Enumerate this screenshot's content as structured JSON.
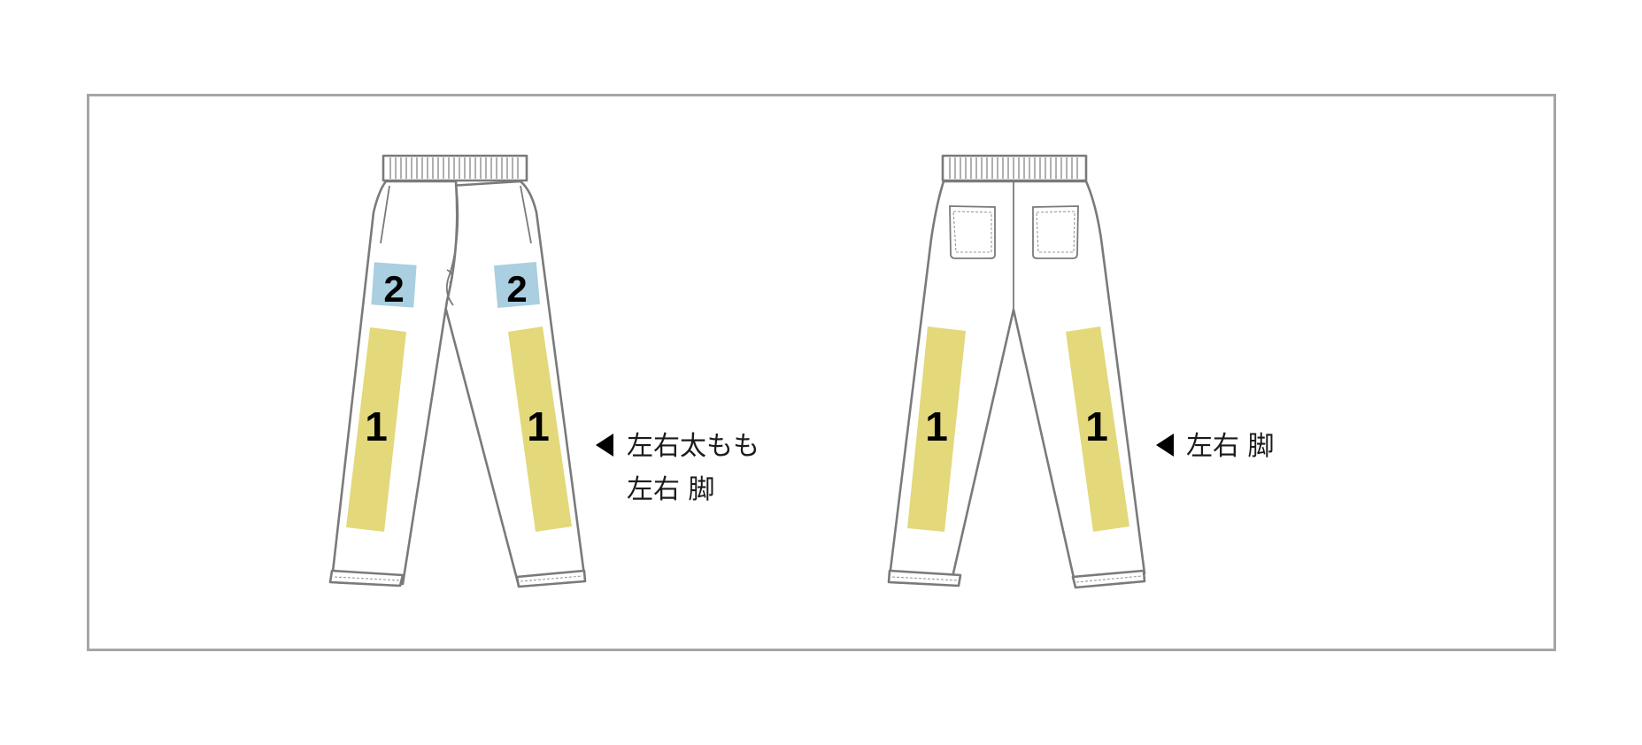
{
  "front_view": {
    "zones": [
      {
        "id": "thigh-left",
        "number": "1",
        "color": "#e3d87a"
      },
      {
        "id": "thigh-right",
        "number": "1",
        "color": "#e3d87a"
      },
      {
        "id": "upper-left",
        "number": "2",
        "color": "#a9cfe0"
      },
      {
        "id": "upper-right",
        "number": "2",
        "color": "#a9cfe0"
      }
    ],
    "label_lines": [
      "左右太もも",
      "左右 脚"
    ]
  },
  "back_view": {
    "zones": [
      {
        "id": "leg-left",
        "number": "1",
        "color": "#e3d87a"
      },
      {
        "id": "leg-right",
        "number": "1",
        "color": "#e3d87a"
      }
    ],
    "label_lines": [
      "左右 脚"
    ]
  },
  "colors": {
    "frame_border": "#a6a6a6",
    "outline": "#7a7a7a",
    "zone_1": "#e3d87a",
    "zone_2": "#a9cfe0"
  }
}
